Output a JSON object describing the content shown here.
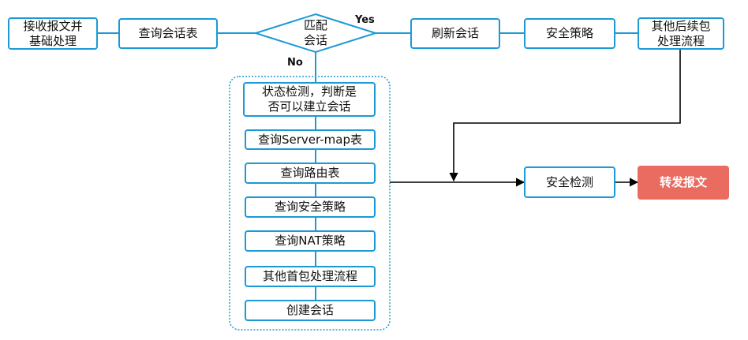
{
  "colors": {
    "node_border": "#1b9ad6",
    "connector": "#1b9ad6",
    "arrow_black": "#000000",
    "result_fill": "#ea6b5f",
    "result_text": "#ffffff"
  },
  "nodes": {
    "receive": "接收报文并\n基础处理",
    "query_session_table": "查询会话表",
    "match_session": "匹配\n会话",
    "refresh_session": "刷新会话",
    "security_policy_top": "安全策略",
    "other_subsequent": "其他后续包\n处理流程",
    "state_check": "状态检测，判断是\n否可以建立会话",
    "query_server_map": "查询Server-map表",
    "query_route": "查询路由表",
    "query_security_policy": "查询安全策略",
    "query_nat_policy": "查询NAT策略",
    "other_first_packet": "其他首包处理流程",
    "create_session": "创建会话",
    "security_check": "安全检测",
    "forward": "转发报文"
  },
  "labels": {
    "yes": "Yes",
    "no": "No"
  }
}
